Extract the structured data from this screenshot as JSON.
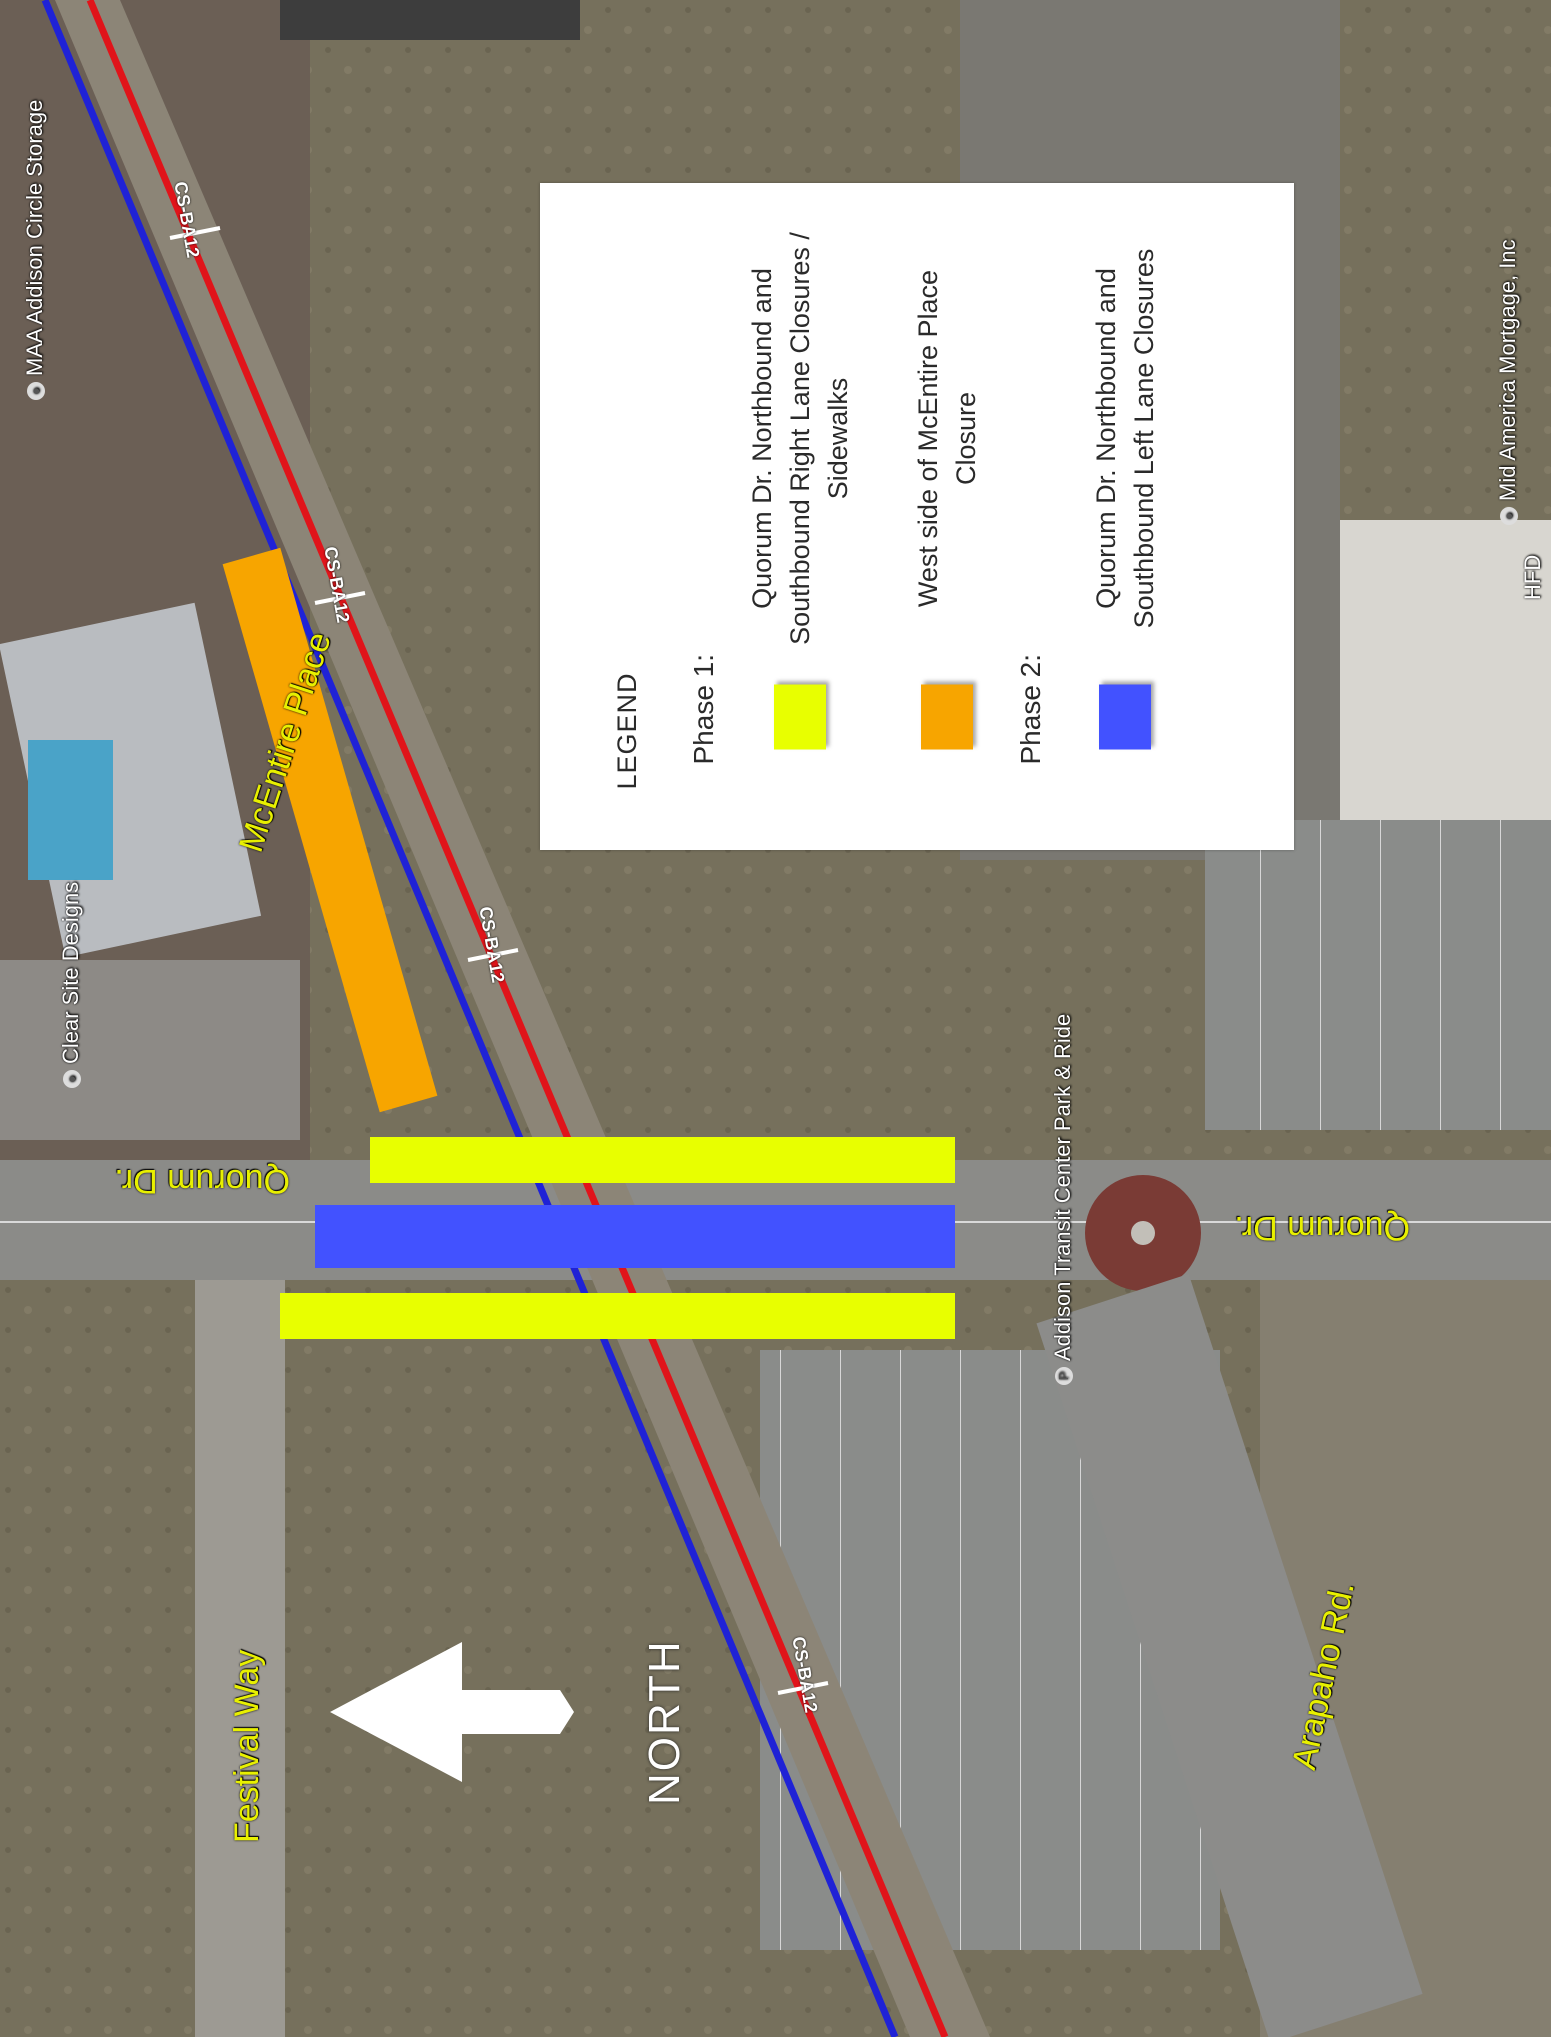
{
  "map": {
    "background": "#6f6a5a",
    "street_labels": {
      "mcentire_place": "McEntire Place",
      "quorum_dr_left": "Quorum Dr.",
      "quorum_dr_right": "Quorum Dr.",
      "festival_way": "Festival Way",
      "arapaho_rd": "Arapaho Rd."
    },
    "poi_labels": {
      "maa_storage": "MAA Addison Circle Storage",
      "clear_site": "Clear Site Designs",
      "transit_center": "Addison Transit Center Park & Ride",
      "mid_america": "Mid America Mortgage, Inc",
      "hfd": "HFD"
    },
    "crossing_label": "CS-BA12",
    "north_label": "NORTH",
    "colors": {
      "phase1": "#e8ff00",
      "west_side": "#f7a500",
      "phase2": "#4252ff",
      "rail_red": "#e0141a",
      "rail_blue": "#1f22d6",
      "street_text": "#e8f000"
    }
  },
  "legend": {
    "title": "LEGEND",
    "phase1_heading": "Phase 1:",
    "phase2_heading": "Phase 2:",
    "items": [
      {
        "label": "Quorum Dr. Northbound and Southbound Right Lane Closures / Sidewalks",
        "color": "#e8ff00"
      },
      {
        "label": "West side of McEntire Place Closure",
        "color": "#f7a500"
      },
      {
        "label": "Quorum Dr. Northbound and Southbound Left Lane Closures",
        "color": "#4252ff"
      }
    ]
  }
}
